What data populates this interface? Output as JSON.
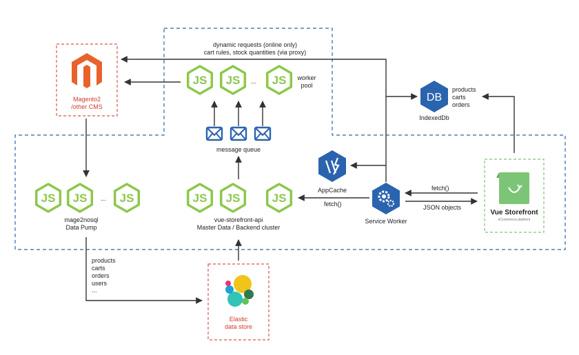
{
  "proxy_note": {
    "line1": "dynamic requests (online only)",
    "line2": "cart rules, stock quantities (via proxy)"
  },
  "magento": {
    "line1": "Magento2",
    "line2": "/other CMS",
    "icon": "magento-logo-icon",
    "color": "#e8622b"
  },
  "worker_pool": {
    "line1": "worker",
    "line2": "pool",
    "ellipsis": "..."
  },
  "message_queue": {
    "label": "message queue"
  },
  "indexeddb": {
    "badge": "DB",
    "label": "IndexedDb",
    "items": [
      "products",
      "carts",
      "orders"
    ]
  },
  "appcache": {
    "label": "AppCache"
  },
  "service_worker": {
    "label": "Service Worker"
  },
  "vue_storefront": {
    "title": "Vue Storefront",
    "subtitle": "eCommerce platform",
    "color": "#7cc576"
  },
  "fetch_labels": {
    "vsf_to_sw": "fetch()",
    "sw_to_api": "fetch()"
  },
  "json_objects": "JSON objects",
  "data_pump": {
    "line1": "mage2nosql",
    "line2": "Data Pump",
    "ellipsis": "..."
  },
  "api_cluster": {
    "line1": "vue-storefront-api",
    "line2": "Master Data / Backend cluster"
  },
  "pump_items": [
    "products",
    "carts",
    "orders",
    "users",
    "..."
  ],
  "elastic": {
    "line1": "Elastic",
    "line2": "data store"
  },
  "colors": {
    "node_green": "#8cc84b",
    "blue": "#2a64ae",
    "red_dashed": "#d9534f",
    "green_dashed": "#7cc576",
    "arrow": "#333333"
  }
}
